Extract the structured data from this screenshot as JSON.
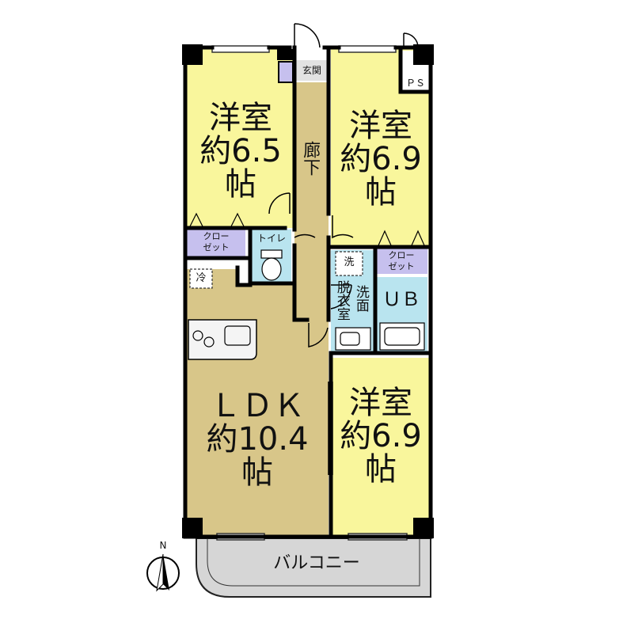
{
  "rooms": {
    "room_nw": {
      "name": "洋室",
      "size": "約6.5",
      "unit": "帖"
    },
    "room_ne": {
      "name": "洋室",
      "size": "約6.9",
      "unit": "帖"
    },
    "room_se": {
      "name": "洋室",
      "size": "約6.9",
      "unit": "帖"
    },
    "ldk": {
      "name": "ＬＤＫ",
      "size": "約10.4",
      "unit": "帖"
    }
  },
  "labels": {
    "entrance": "玄関",
    "ps": "ＰＳ",
    "corridor": "廊下",
    "closet_nw": [
      "クロー",
      "ゼット"
    ],
    "closet_ne": [
      "クロー",
      "ゼット"
    ],
    "toilet": "トイレ",
    "fridge": "冷",
    "washer": "洗",
    "dressing": "脱衣室",
    "washbasin": "洗面",
    "bath": "ＵＢ",
    "balcony": "バルコニー",
    "north": "N"
  },
  "colors": {
    "room": "#f9f69c",
    "ldk": "#d8c689",
    "corridor": "#d8c689",
    "closet": "#c6c0ee",
    "wet": "#b9e4ef",
    "balcony": "#d6d6d6",
    "wall": "#000000"
  }
}
